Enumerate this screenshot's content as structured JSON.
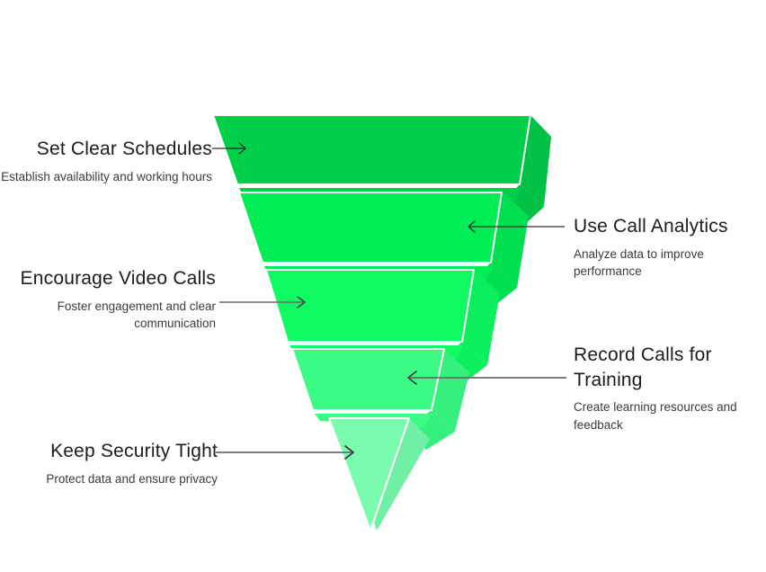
{
  "diagram": {
    "type": "inverted-funnel",
    "title": "",
    "background_color": "#ffffff",
    "segment_count": 5,
    "connector_color": "#6b6b6b",
    "connector_color_dark": "#2f2f2f"
  },
  "chart_data": {
    "type": "funnel",
    "title": "",
    "orientation": "inverted",
    "categories": [
      "Set Clear Schedules",
      "Use Call Analytics",
      "Encourage Video Calls",
      "Record Calls for Training",
      "Keep Security Tight"
    ],
    "values": [
      5,
      4,
      3,
      2,
      1
    ],
    "colors": [
      "#00cf4a",
      "#00ee55",
      "#0ffa63",
      "#3bfb85",
      "#79fcae"
    ],
    "side_colors": [
      "#00c144",
      "#00df4f",
      "#0bef5c",
      "#35f07d",
      "#6ff0a4"
    ],
    "legend": "none",
    "grid": false
  },
  "steps": [
    {
      "index": 1,
      "side": "left",
      "title": "Set Clear Schedules",
      "description": "Establish availability and working hours",
      "color": "#00cf4a",
      "connector": "arrow-right"
    },
    {
      "index": 2,
      "side": "right",
      "title": "Use Call Analytics",
      "description": "Analyze data to improve performance",
      "color": "#00ee55",
      "connector": "arrow-left"
    },
    {
      "index": 3,
      "side": "left",
      "title": "Encourage Video Calls",
      "description": "Foster engagement and clear communication",
      "color": "#0ffa63",
      "connector": "arrow-right"
    },
    {
      "index": 4,
      "side": "right",
      "title": "Record Calls for Training",
      "description": "Create learning resources and feedback",
      "color": "#3bfb85",
      "connector": "arrow-left"
    },
    {
      "index": 5,
      "side": "left",
      "title": "Keep Security Tight",
      "description": "Protect data and ensure privacy",
      "color": "#79fcae",
      "connector": "arrow-right"
    }
  ]
}
